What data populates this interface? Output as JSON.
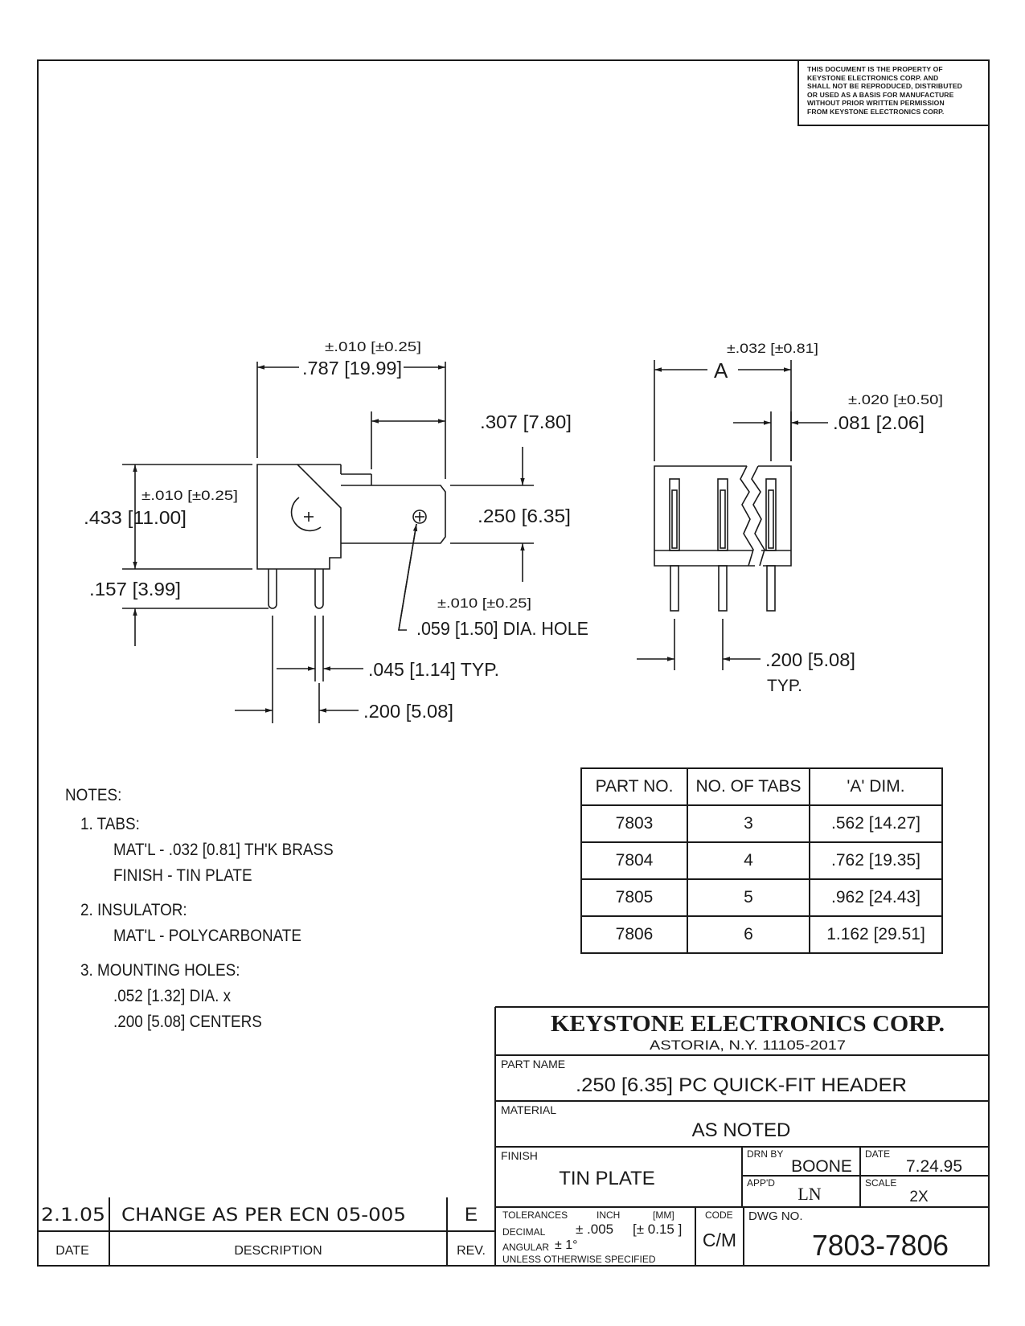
{
  "property_notice": {
    "lines": [
      "THIS DOCUMENT IS THE PROPERTY OF",
      "KEYSTONE ELECTRONICS CORP. AND",
      "SHALL NOT BE REPRODUCED, DISTRIBUTED",
      "OR USED AS A BASIS FOR MANUFACTURE",
      "WITHOUT PRIOR WRITTEN PERMISSION",
      "FROM KEYSTONE ELECTRONICS CORP."
    ]
  },
  "side_view": {
    "tol_overall": "±.010 [±0.25]",
    "dim_overall": ".787  [19.99]",
    "dim_tab_length": ".307  [7.80]",
    "dim_tab_width": ".250  [6.35]",
    "tol_height": "±.010 [±0.25]",
    "dim_height": ".433  [11.00]",
    "dim_pin_length": ".157  [3.99]",
    "tol_hole": "±.010 [±0.25]",
    "dim_hole": ".059 [1.50] DIA. HOLE",
    "dim_pin_thickness": ".045  [1.14] TYP.",
    "dim_pin_spacing": ".200  [5.08]"
  },
  "front_view": {
    "tol_a": "±.032 [±0.81]",
    "dim_a": "A",
    "tol_tab_thickness": "±.020 [±0.50]",
    "dim_tab_thickness": ".081  [2.06]",
    "dim_pitch": ".200  [5.08]",
    "dim_pitch_note": "TYP."
  },
  "notes": {
    "heading": "NOTES:",
    "lines": [
      "1. TABS:",
      "MAT'L - .032 [0.81] TH'K BRASS",
      "FINISH - TIN PLATE",
      "2. INSULATOR:",
      "MAT'L - POLYCARBONATE",
      "3. MOUNTING HOLES:",
      ".052 [1.32] DIA. x",
      ".200 [5.08] CENTERS"
    ]
  },
  "parts_table": {
    "headers": [
      "PART NO.",
      "NO. OF TABS",
      "'A' DIM."
    ],
    "rows": [
      [
        "7803",
        "3",
        ".562 [14.27]"
      ],
      [
        "7804",
        "4",
        ".762 [19.35]"
      ],
      [
        "7805",
        "5",
        ".962 [24.43]"
      ],
      [
        "7806",
        "6",
        "1.162 [29.51]"
      ]
    ]
  },
  "title_block": {
    "company": "KEYSTONE ELECTRONICS CORP.",
    "address": "ASTORIA, N.Y. 11105-2017",
    "part_name_label": "PART NAME",
    "part_name": ".250 [6.35] PC QUICK-FIT HEADER",
    "material_label": "MATERIAL",
    "material": "AS NOTED",
    "finish_label": "FINISH",
    "finish": "TIN PLATE",
    "drn_by_label": "DRN BY",
    "drn_by": "BOONE",
    "date_label": "DATE",
    "date": "7.24.95",
    "appd_label": "APP'D",
    "appd": "LN",
    "scale_label": "SCALE",
    "scale": "2X",
    "tolerances_label": "TOLERANCES",
    "inch_label": "INCH",
    "mm_label": "[MM]",
    "decimal_label": "DECIMAL",
    "decimal_tol": "± .005",
    "decimal_tol_mm": "[± 0.15 ]",
    "angular_label": "ANGULAR",
    "angular_tol": "± 1°",
    "unless_label": "UNLESS OTHERWISE SPECIFIED",
    "code_label": "CODE",
    "code": "C/M",
    "dwg_no_label": "DWG NO.",
    "dwg_no": "7803-7806"
  },
  "revision": {
    "date": "2.1.05",
    "description": "CHANGE AS PER ECN 05-005",
    "rev": "E",
    "date_header": "DATE",
    "description_header": "DESCRIPTION",
    "rev_header": "REV."
  }
}
